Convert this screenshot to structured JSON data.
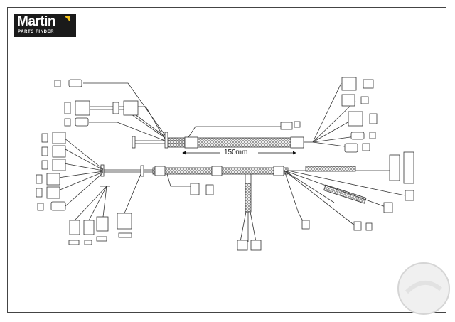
{
  "logo": {
    "brand": "Martin",
    "subtitle": "PARTS FINDER",
    "accent_color": "#f2c21b"
  },
  "diagram": {
    "dimension_label": "150mm"
  },
  "colors": {
    "line": "#333333",
    "braid": "#777777",
    "background": "#ffffff"
  }
}
